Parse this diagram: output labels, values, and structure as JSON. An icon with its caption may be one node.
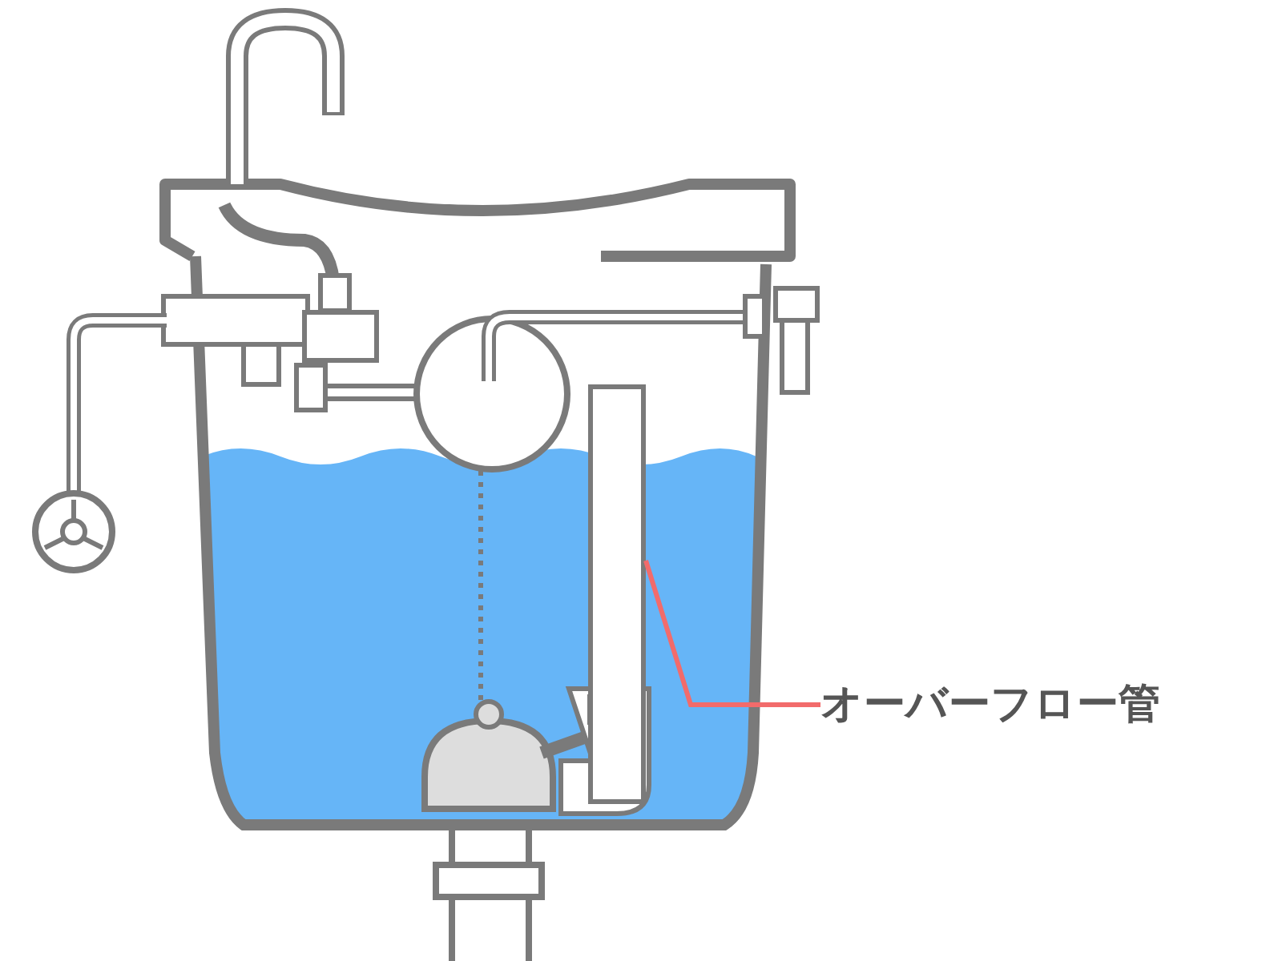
{
  "diagram": {
    "nodes": [
      {
        "text": [
          "オーバーフロー管"
        ]
      },
      {
        "text": [],
        "shape": "picture"
      }
    ],
    "edges": [
      {
        "from": 0,
        "to": 1,
        "arrow": "none"
      }
    ]
  }
}
